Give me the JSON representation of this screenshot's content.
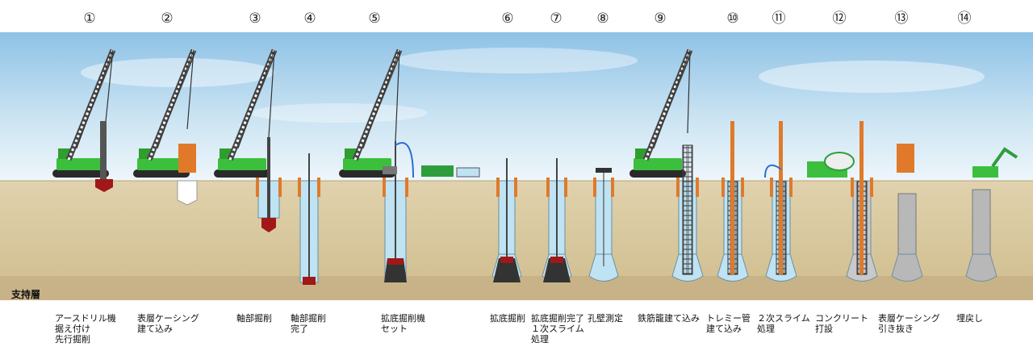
{
  "diagram": {
    "bearing_layer_label": "支持層",
    "steps": [
      {
        "no": "①",
        "label": "アースドリル機\n据え付け\n先行掘削"
      },
      {
        "no": "②",
        "label": "表層ケーシング\n建て込み"
      },
      {
        "no": "③",
        "label": "軸部掘削"
      },
      {
        "no": "④",
        "label": "軸部掘削\n完了"
      },
      {
        "no": "⑤",
        "label": "拡底掘削機\nセット"
      },
      {
        "no": "⑥",
        "label": "拡底掘削"
      },
      {
        "no": "⑦",
        "label": "拡底掘削完了\n１次スライム\n処理"
      },
      {
        "no": "⑧",
        "label": "孔壁測定"
      },
      {
        "no": "⑨",
        "label": "鉄筋籠建て込み"
      },
      {
        "no": "⑩",
        "label": "トレミー管\n建て込み"
      },
      {
        "no": "⑪",
        "label": "２次スライム\n処理"
      },
      {
        "no": "⑫",
        "label": "コンクリート\n打設"
      },
      {
        "no": "⑬",
        "label": "表層ケーシング\n引き抜き"
      },
      {
        "no": "⑭",
        "label": "埋戻し"
      }
    ]
  },
  "colors": {
    "sky_top": "#9cc8e6",
    "ground": "#d9c9a0",
    "bearing_layer": "#c8b488",
    "crane_green": "#3cbf3c",
    "casing_orange": "#e07a2a",
    "water_blue": "#bfe3f2",
    "bucket_red": "#a01818",
    "concrete_gray": "#b8b8b8"
  },
  "icons": [
    "crawler-crane-icon",
    "casing-icon",
    "drill-bucket-icon",
    "reaming-bucket-icon",
    "rebar-cage-icon",
    "tremie-pipe-icon",
    "mixer-truck-icon",
    "excavator-icon",
    "pump-plant-icon"
  ]
}
